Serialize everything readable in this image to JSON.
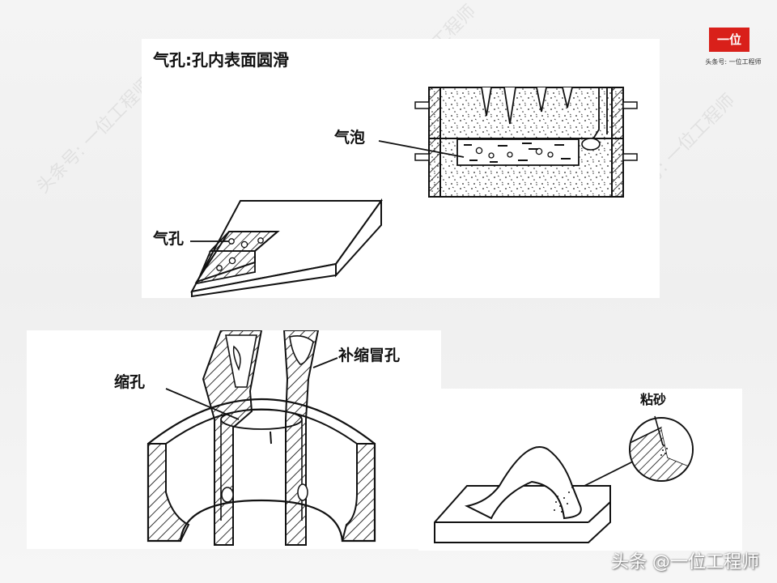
{
  "top_panel": {
    "title": "气孔:孔内表面圆滑",
    "label_bubble": "气泡",
    "label_pore": "气孔"
  },
  "bottom_left_panel": {
    "label_shrinkage": "缩孔",
    "label_riser": "补缩冒孔"
  },
  "bottom_right_panel": {
    "label_sand": "粘砂"
  },
  "branding": {
    "logo_text": "一位",
    "logo_subtext": "头条号: 一位工程师",
    "watermark_bottom": "头条 @一位工程师",
    "watermark_repeat": "头条号: 一位工程师",
    "logo_color": "#d9201a"
  }
}
